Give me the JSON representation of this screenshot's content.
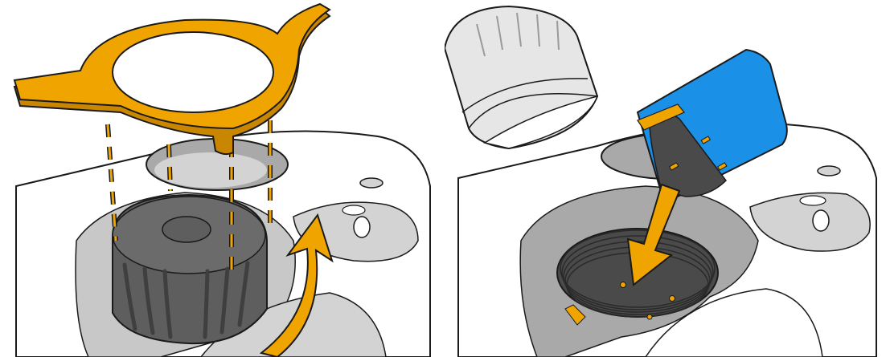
{
  "figure": {
    "panels": [
      {
        "id": "step-1",
        "parts": [
          "housing",
          "grey-knob-cap",
          "orange-wrench-tool",
          "alignment-lines",
          "rotation-arrow"
        ]
      },
      {
        "id": "step-2",
        "parts": [
          "housing",
          "threaded-socket",
          "white-cap",
          "blue-sensor-module",
          "insertion-arrow"
        ]
      }
    ]
  },
  "colors": {
    "outline": "#1a1a1a",
    "housing": "#ffffff",
    "recess_light": "#d3d3d3",
    "recess_mid": "#a9a9a9",
    "recess_dark": "#6f6f6f",
    "knob": "#5e5e5e",
    "knob_dark": "#3f3f3f",
    "tool": "#f0a400",
    "tool_shade": "#c98600",
    "arrow": "#f0a400",
    "module": "#1a90e6",
    "module_face": "#4a4a4a",
    "cap": "#e6e6e6"
  },
  "icons": {
    "rotate_arrow": "curved-arrow-icon",
    "insert_arrow": "down-left-arrow-icon"
  }
}
